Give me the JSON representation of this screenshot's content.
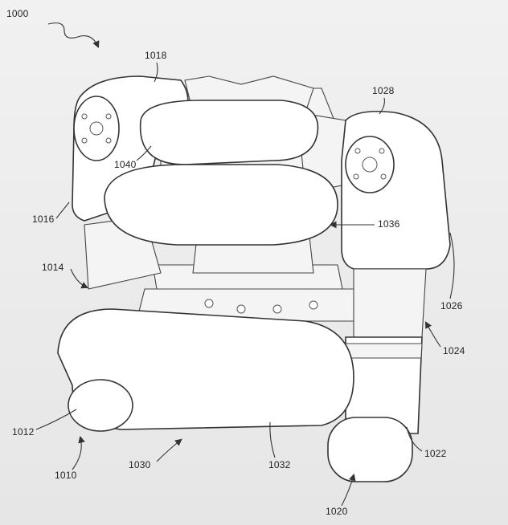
{
  "figure": {
    "title": "Robot with inflatable actuators (patent drawing)",
    "labels": {
      "l1000": "1000",
      "l1018": "1018",
      "l1028": "1028",
      "l1040": "1040",
      "l1016": "1016",
      "l1036": "1036",
      "l1014": "1014",
      "l1026": "1026",
      "l1024": "1024",
      "l1012": "1012",
      "l1010": "1010",
      "l1030": "1030",
      "l1032": "1032",
      "l1022": "1022",
      "l1020": "1020"
    }
  }
}
